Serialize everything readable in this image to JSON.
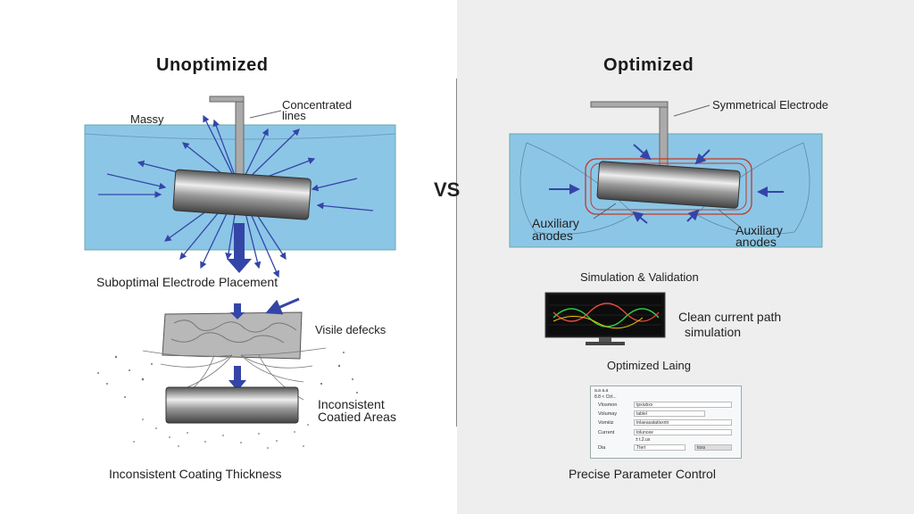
{
  "left": {
    "title": "Unoptimized",
    "label_massy": "Massy",
    "label_concentrated_1": "Concentrated",
    "label_concentrated_2": "lines",
    "caption_placement": "Suboptimal Electrode Placement",
    "label_defects": "Visile defecks",
    "label_inconsistent_1": "Inconsistent",
    "label_inconsistent_2": "Coatied Areas",
    "caption_thickness": "Inconsistent Coating Thickness"
  },
  "vs": "VS",
  "right": {
    "title": "Optimized",
    "label_electrode": "Symmetrical Electrode",
    "label_aux_left_1": "Auxiliary",
    "label_aux_left_2": "anodes",
    "label_aux_right_1": "Auxiliary",
    "label_aux_right_2": "anodes",
    "caption_simulation": "Simulation & Validation",
    "label_clean_1": "Clean current path",
    "label_clean_2": "simulation",
    "caption_lating": "Optimized Laing",
    "caption_control": "Precise Parameter Control",
    "panel": {
      "header": "a.a  a.a",
      "sub": "8.8 < Ctrl...",
      "rows": [
        {
          "label": "Vlosmon",
          "value": "tpxiubxx"
        },
        {
          "label": "Volumay",
          "value": "tablel"
        },
        {
          "label": "Vomiiiz",
          "value": "tnlaeasatatisxntr"
        },
        {
          "label": "Current",
          "value": "tolunoxe"
        },
        {
          "label": "Dia",
          "value": "Ttert"
        }
      ],
      "note": "± t.2.ux",
      "button": "toxs"
    }
  },
  "colors": {
    "water": "#8cc6e6",
    "arrow": "#3445a8",
    "red": "#c0392b"
  }
}
